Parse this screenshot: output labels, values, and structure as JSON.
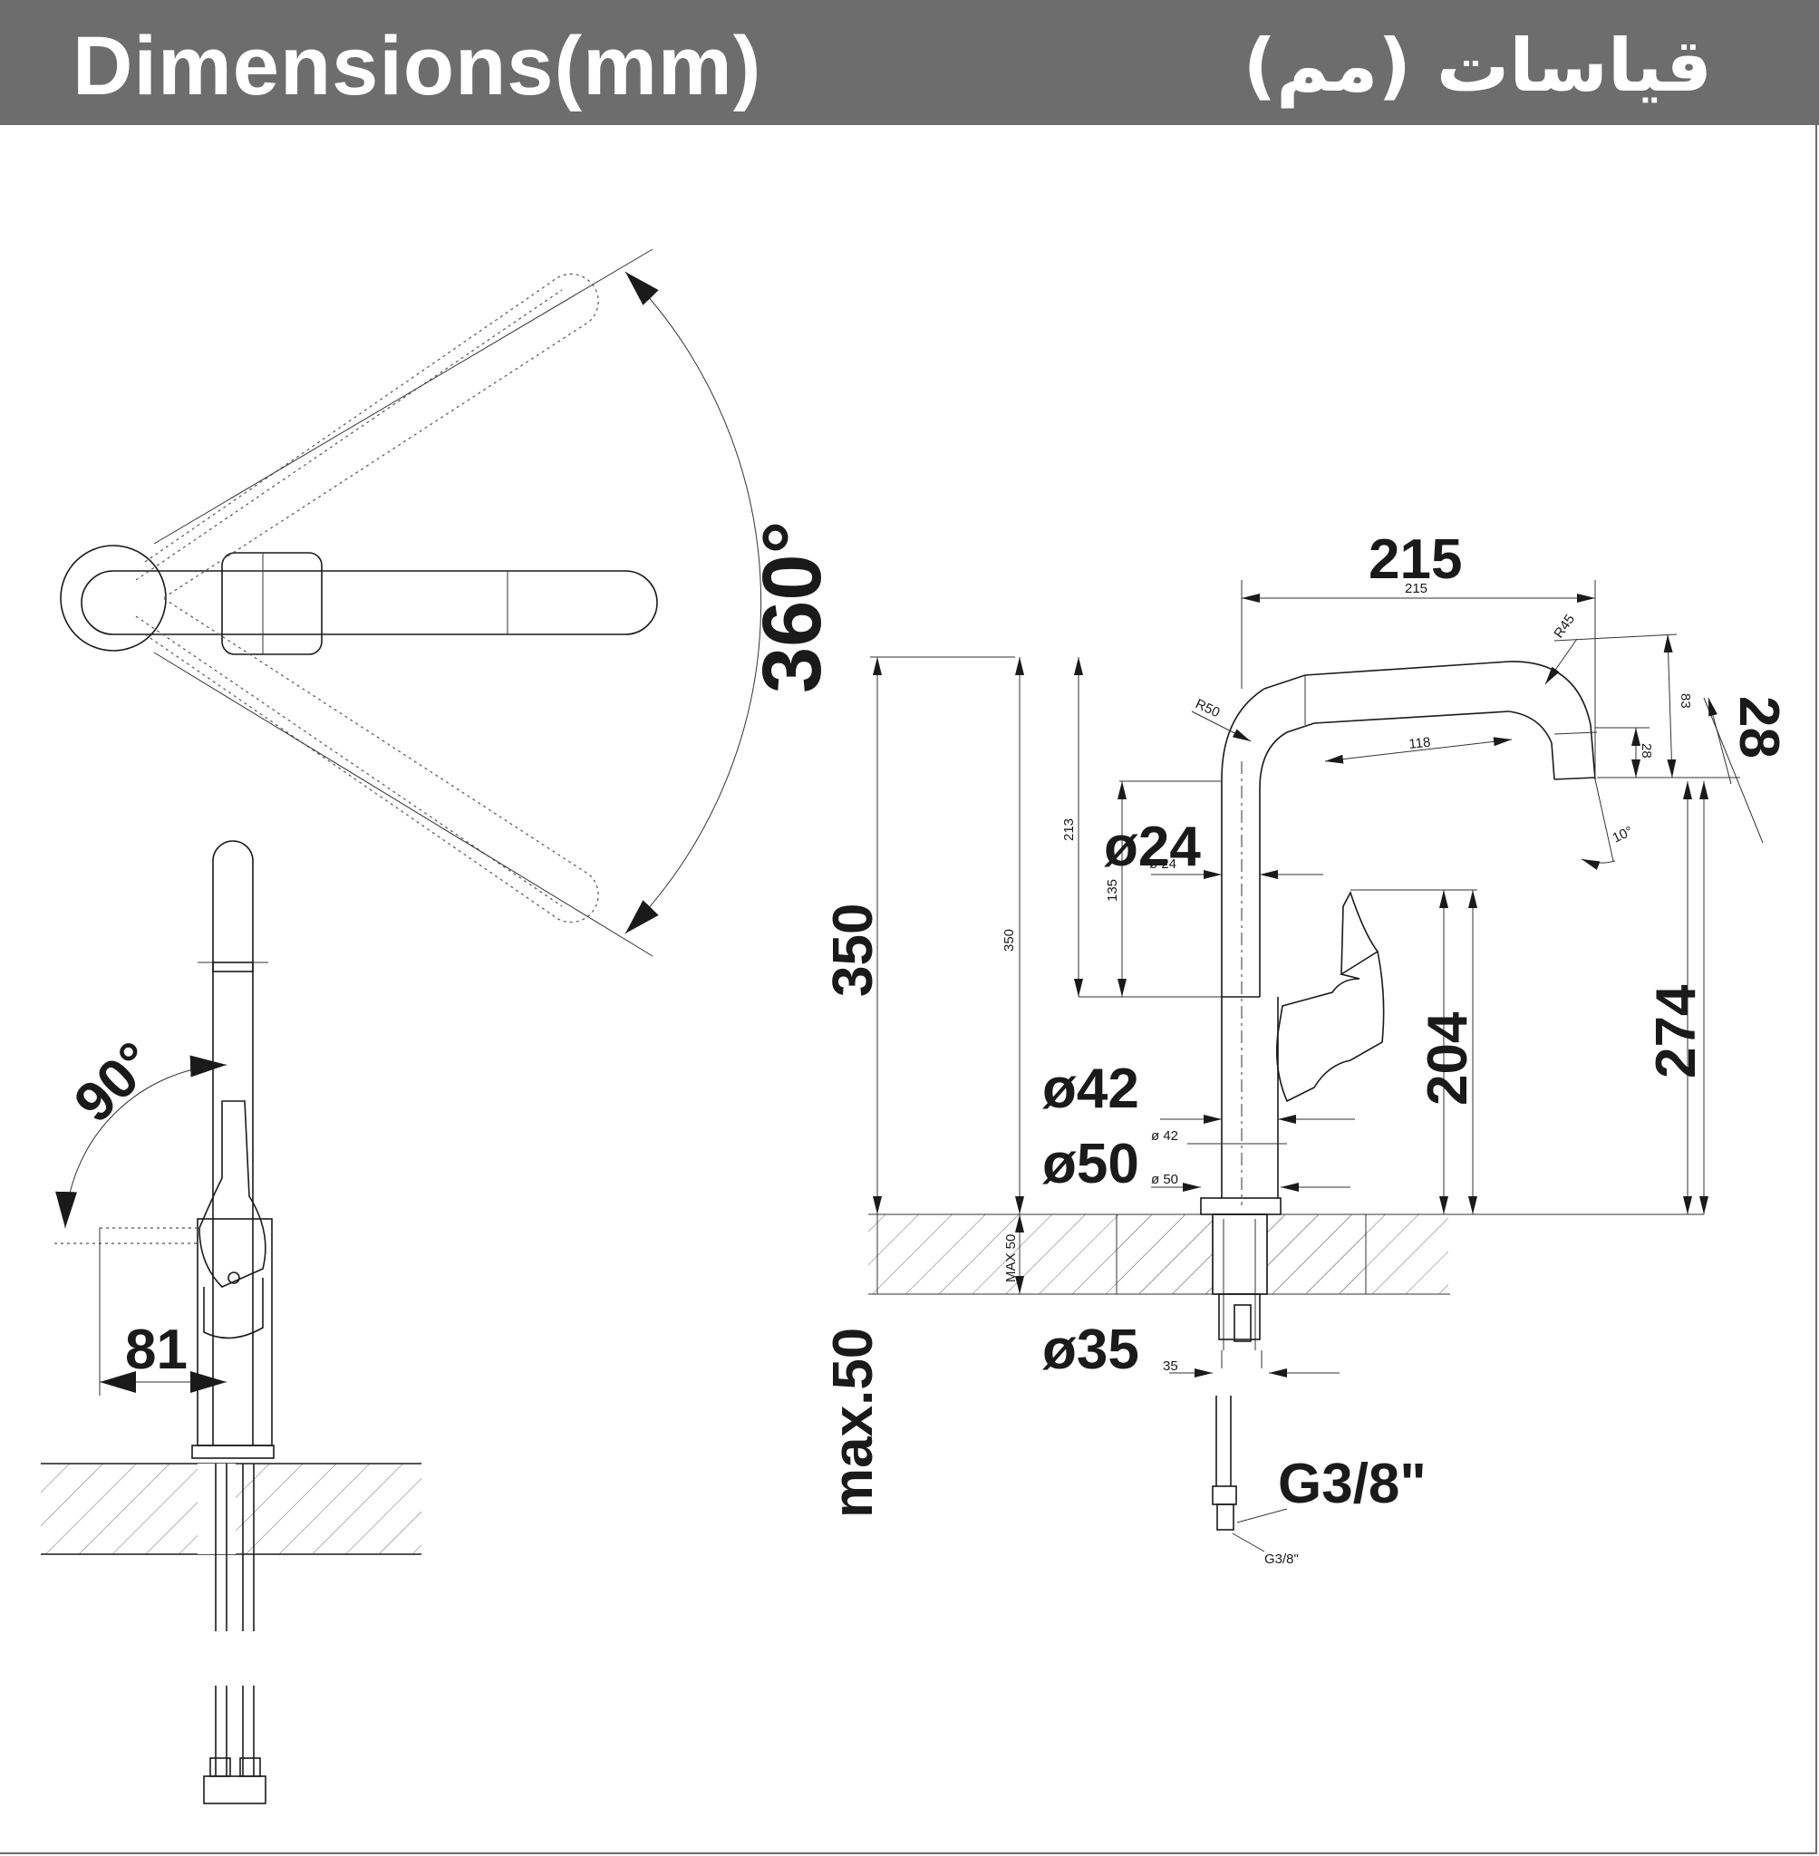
{
  "header": {
    "title_en": "Dimensions(mm)",
    "title_ar": "قياسات (مم)",
    "background_color": "#6d6d6d",
    "text_color": "#ffffff"
  },
  "top_view": {
    "rotation_label": "360°"
  },
  "side_view": {
    "lever_angle_label": "90°",
    "lever_offset_label": "81"
  },
  "front_view": {
    "spout_reach_label": "215",
    "spout_reach_small": "215",
    "spout_radius_label": "R45",
    "elbow_radius_label": "R50",
    "spout_tube_length": "118",
    "spout_drop_small": "83",
    "aerator_label": "28",
    "aerator_small": "28",
    "spout_tilt_label": "10°",
    "total_height_label": "350",
    "total_height_small": "350",
    "upper_height_small": "213",
    "tube_length_small": "135",
    "tube_diameter_label": "ø24",
    "tube_diameter_small": "ø 24",
    "body_diameter_label": "ø42",
    "body_diameter_small": "ø 42",
    "base_diameter_label": "ø50",
    "base_diameter_small": "ø 50",
    "lever_height_label": "204",
    "outlet_height_label": "274",
    "deck_max_small": "MAX 50",
    "deck_max_label": "max.50",
    "shank_diameter_label": "ø35",
    "shank_diameter_small": "35",
    "connection_label": "G3/8\"",
    "connection_small": "G3/8\""
  }
}
